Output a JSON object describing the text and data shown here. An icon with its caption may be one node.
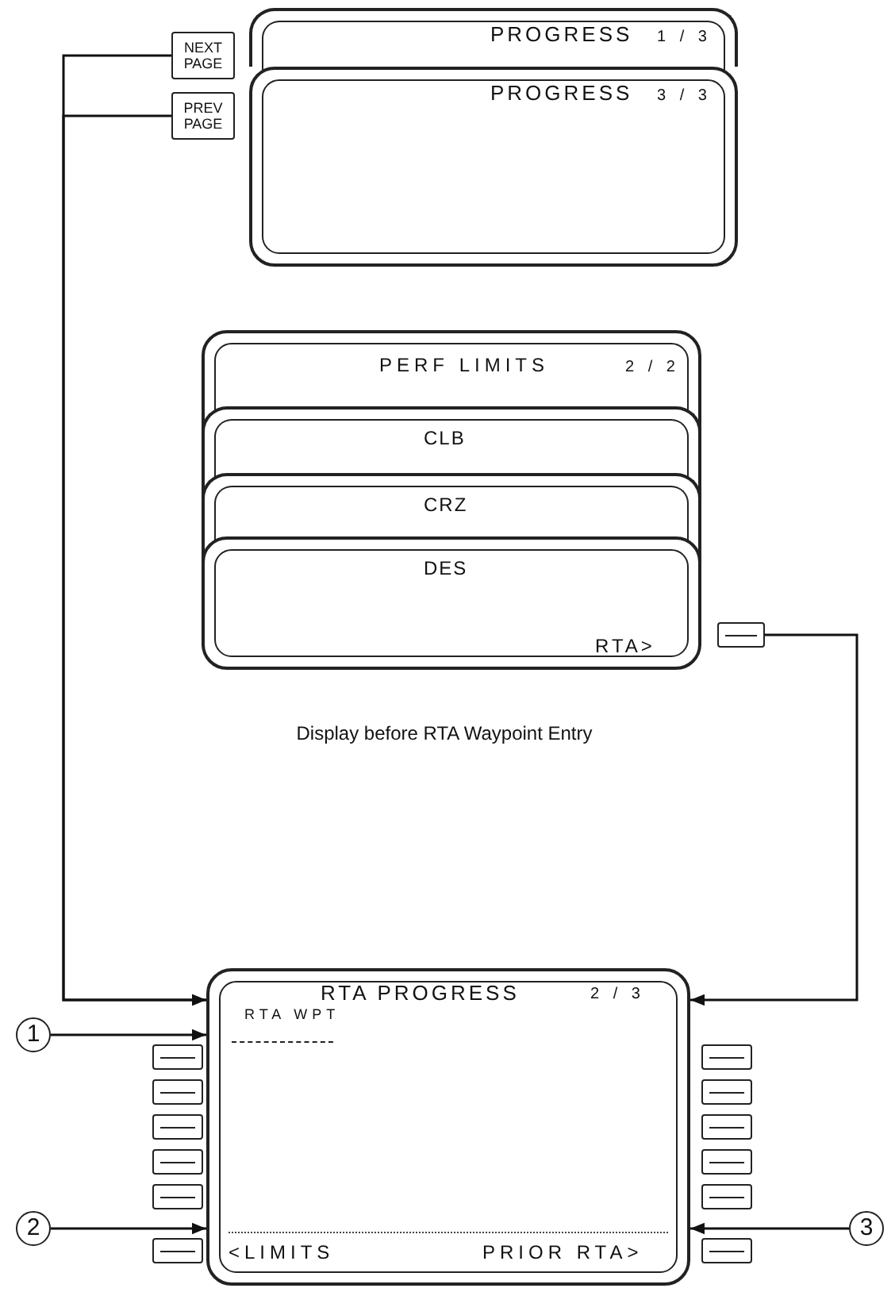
{
  "diagram": {
    "caption": "Display before RTA Waypoint Entry",
    "nodes": [
      {
        "text": [
          "NEXT PAGE"
        ]
      },
      {
        "text": [
          "PREV PAGE"
        ]
      },
      {
        "text": [
          "PROGRESS",
          "1 / 3"
        ]
      },
      {
        "text": [
          "PROGRESS",
          "3 / 3"
        ]
      },
      {
        "text": [
          "PERF LIMITS",
          "2 / 2"
        ]
      },
      {
        "text": [
          "CLB"
        ],
        "in": 4
      },
      {
        "text": [
          "CRZ"
        ],
        "in": 4
      },
      {
        "text": [
          "DES",
          "RTA>"
        ],
        "in": 4
      },
      {
        "text": [],
        "shape": "box"
      },
      {
        "text": [
          "RTA PROGRESS",
          "2 / 3",
          "RTA WPT",
          "<LIMITS",
          "PRIOR RTA>"
        ]
      },
      {
        "text": [
          "1"
        ]
      },
      {
        "text": [],
        "shape": "box"
      },
      {
        "text": [],
        "shape": "box"
      },
      {
        "text": [],
        "shape": "box"
      },
      {
        "text": [],
        "shape": "box"
      },
      {
        "text": [],
        "shape": "box"
      },
      {
        "text": [],
        "shape": "box"
      },
      {
        "text": [],
        "shape": "box"
      },
      {
        "text": [],
        "shape": "box"
      },
      {
        "text": [],
        "shape": "box"
      },
      {
        "text": [],
        "shape": "box"
      },
      {
        "text": [],
        "shape": "box"
      },
      {
        "text": [],
        "shape": "box"
      },
      {
        "text": [
          "2"
        ]
      },
      {
        "text": [
          "3"
        ]
      }
    ],
    "edges": [
      {
        "from": 0,
        "to": 9,
        "arrow": "to"
      },
      {
        "from": 1,
        "to": 9,
        "arrow": "to"
      },
      {
        "from": 8,
        "to": 9,
        "arrow": "to"
      },
      {
        "from": 10,
        "to": 9,
        "arrow": "to"
      },
      {
        "from": 23,
        "to": 9,
        "arrow": "to"
      },
      {
        "from": 24,
        "to": 9,
        "arrow": "to"
      }
    ]
  }
}
